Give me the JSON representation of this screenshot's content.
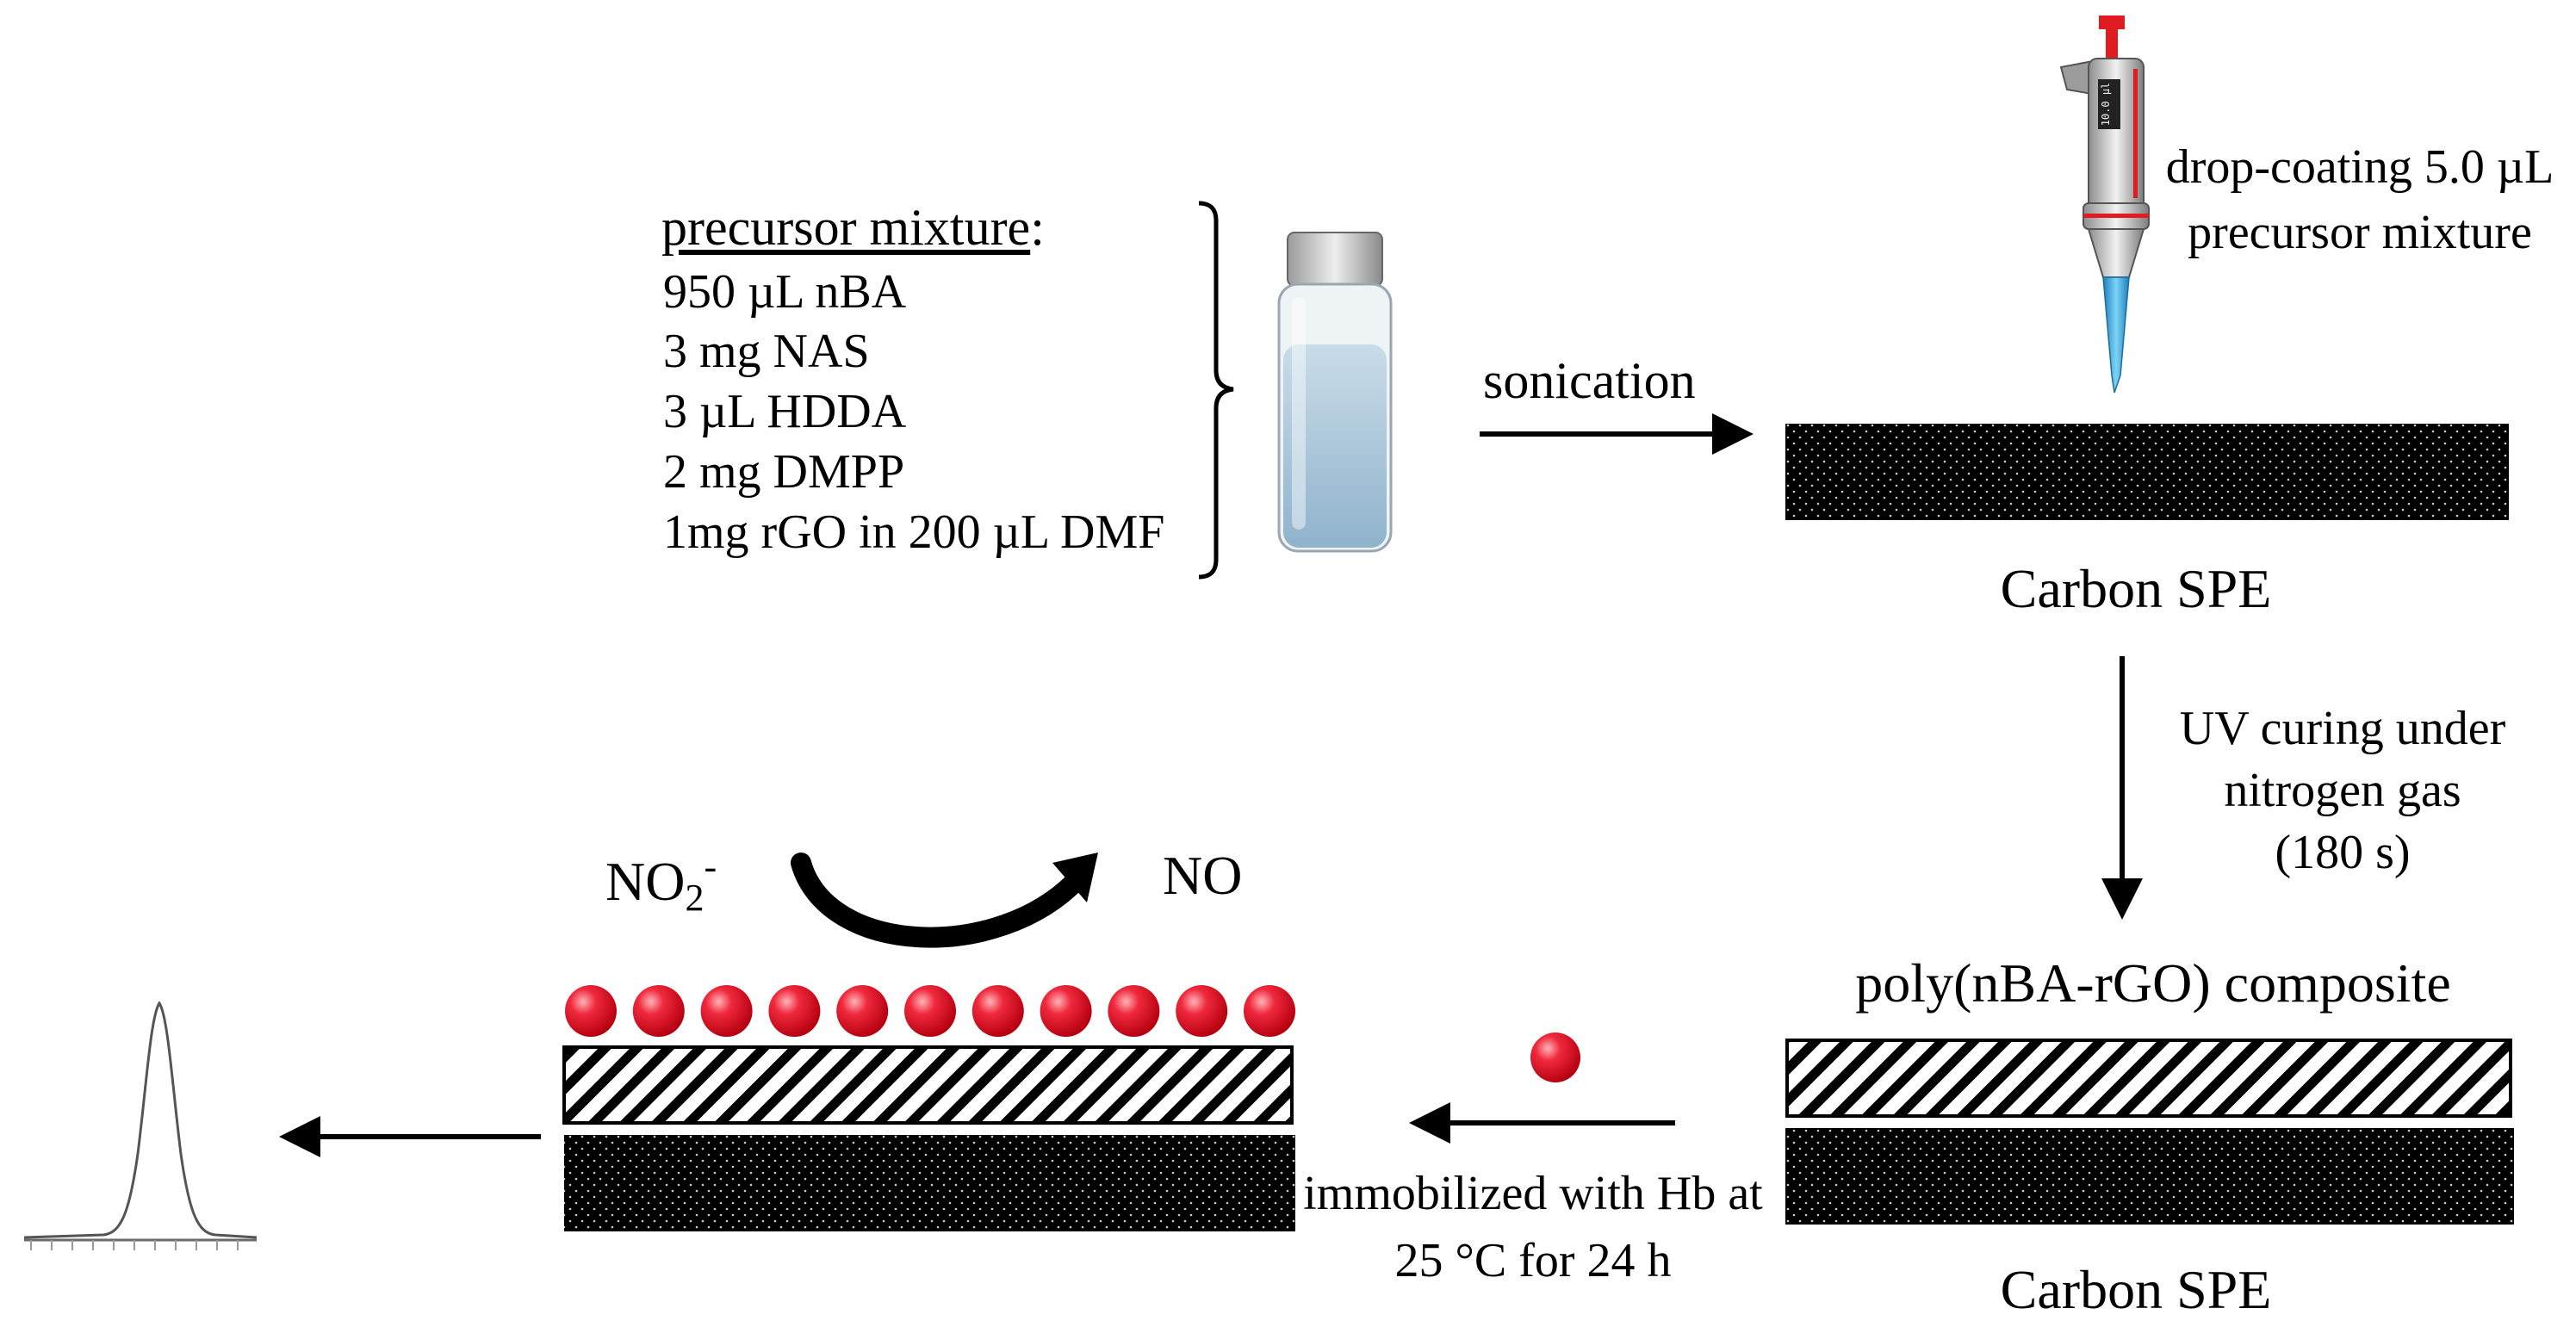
{
  "precursor": {
    "heading": "precursor mixture",
    "colon": ":",
    "items": [
      "950 µL nBA",
      "3 mg NAS",
      "3 µL HDDA",
      "2 mg DMPP",
      "1mg rGO in 200 µL DMF"
    ]
  },
  "sonication": "sonication",
  "drop_coating": {
    "line1": "drop-coating 5.0 µL",
    "line2": "precursor mixture"
  },
  "pipette_display": "10.0 µl",
  "carbon_spe_top": "Carbon SPE",
  "uv_curing": {
    "line1": "UV curing under",
    "line2": "nitrogen gas",
    "line3": "(180 s)"
  },
  "composite": "poly(nBA-rGO) composite",
  "carbon_spe_bottom": "Carbon SPE",
  "immobilized": {
    "line1": "immobilized with Hb at",
    "line2": "25 °C for 24 h"
  },
  "reaction": {
    "reactant_base": "NO",
    "reactant_sub": "2",
    "reactant_sup": "-",
    "product": "NO"
  },
  "colors": {
    "hb_sphere": "#e8001c",
    "electrode": "#000000",
    "vial_liquid": "#a9c8dc",
    "pipette_tip": "#35a7e0",
    "pipette_plunger": "#e11b22"
  },
  "hb_sphere_count": 11
}
